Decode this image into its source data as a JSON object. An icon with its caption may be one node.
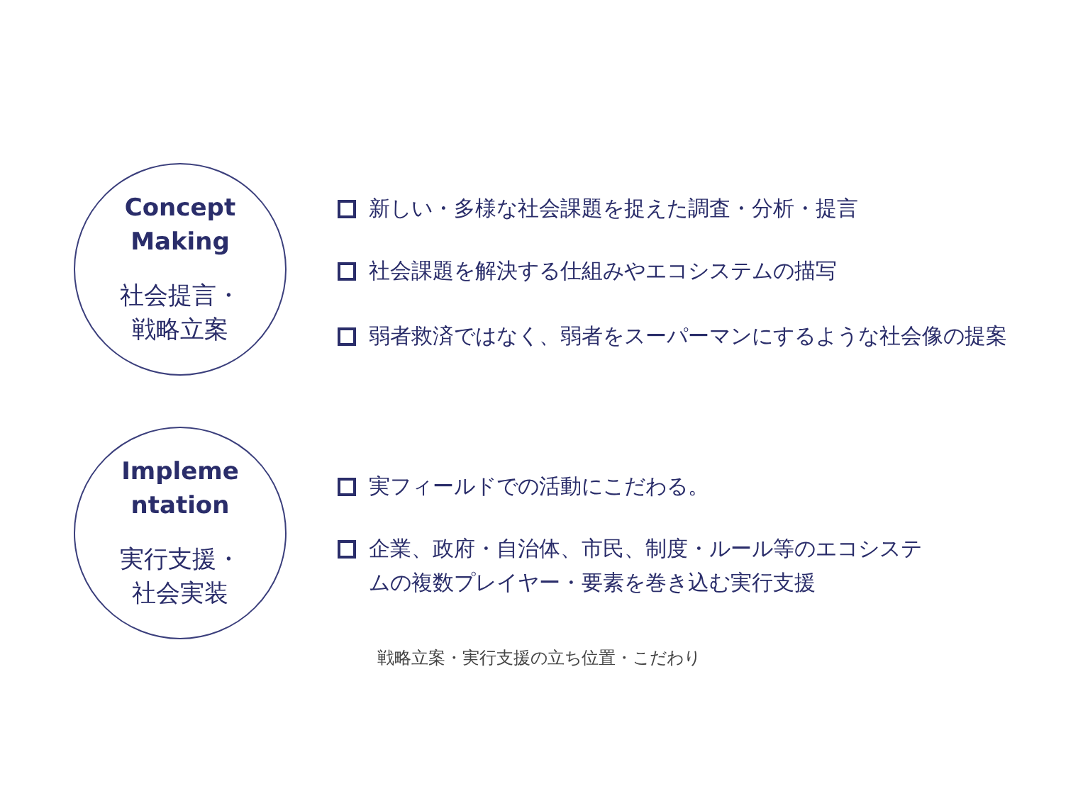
{
  "diagram": {
    "caption": "戦略立案・実行支援の立ち位置・こだわり",
    "nodes": [
      {
        "text": [
          "Concept Making",
          "社会提言・戦略立案"
        ]
      },
      {
        "text": [
          "Impleme ntation",
          "実行支援・社会実装"
        ]
      }
    ],
    "labels": [
      "新しい・多様な社会課題を捉えた調査・分析・提言",
      "社会課題を解決する仕組みやエコシステムの描写",
      "弱者救済ではなく、弱者をスーパーマンにするような社会像の提案",
      "実フィールドでの活動にこだわる。",
      "企業、政府・自治体、市民、制度・ルール等のエコシステムの複数プレイヤー・要素を巻き込む実行支援"
    ]
  }
}
